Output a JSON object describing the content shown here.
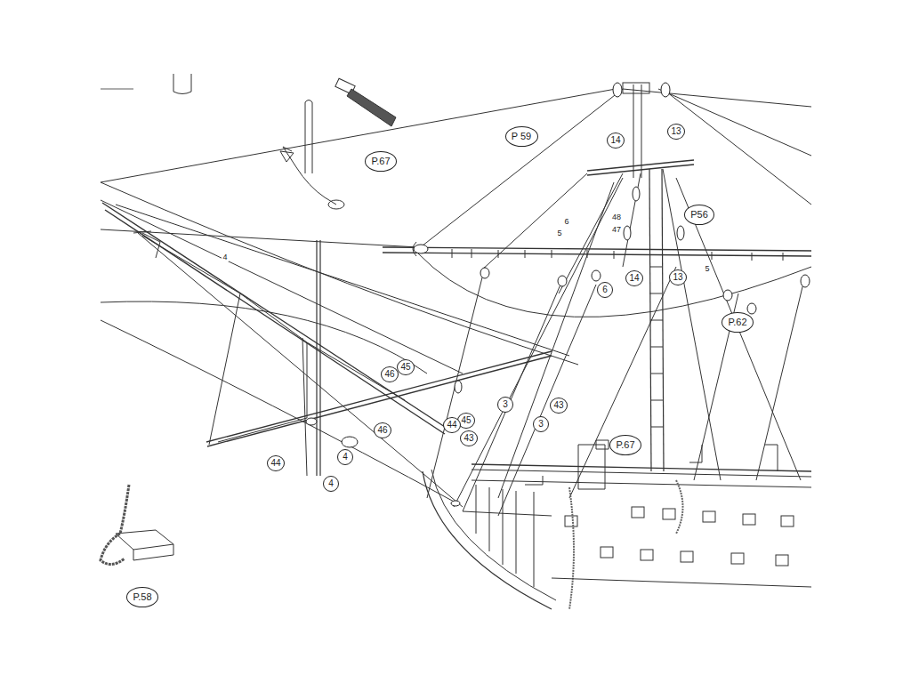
{
  "diagram": {
    "nodes": [
      {
        "text": [
          "P 59"
        ]
      },
      {
        "text": [
          "14"
        ]
      },
      {
        "text": [
          "13"
        ]
      },
      {
        "text": [
          "P.67"
        ]
      },
      {
        "text": [
          "P56"
        ]
      },
      {
        "text": [
          "14"
        ]
      },
      {
        "text": [
          "13"
        ]
      },
      {
        "text": [
          "6"
        ]
      },
      {
        "text": [
          "P.62"
        ]
      },
      {
        "text": [
          "45"
        ]
      },
      {
        "text": [
          "46"
        ]
      },
      {
        "text": [
          "3"
        ]
      },
      {
        "text": [
          "43"
        ]
      },
      {
        "text": [
          "45"
        ]
      },
      {
        "text": [
          "3"
        ]
      },
      {
        "text": [
          "44"
        ]
      },
      {
        "text": [
          "46"
        ]
      },
      {
        "text": [
          "43"
        ]
      },
      {
        "text": [
          "P.67"
        ]
      },
      {
        "text": [
          "4"
        ]
      },
      {
        "text": [
          "44"
        ]
      },
      {
        "text": [
          "4"
        ]
      },
      {
        "text": [
          "P.58"
        ]
      }
    ],
    "labels": [
      "4",
      "6",
      "5",
      "48",
      "47",
      "5"
    ]
  }
}
